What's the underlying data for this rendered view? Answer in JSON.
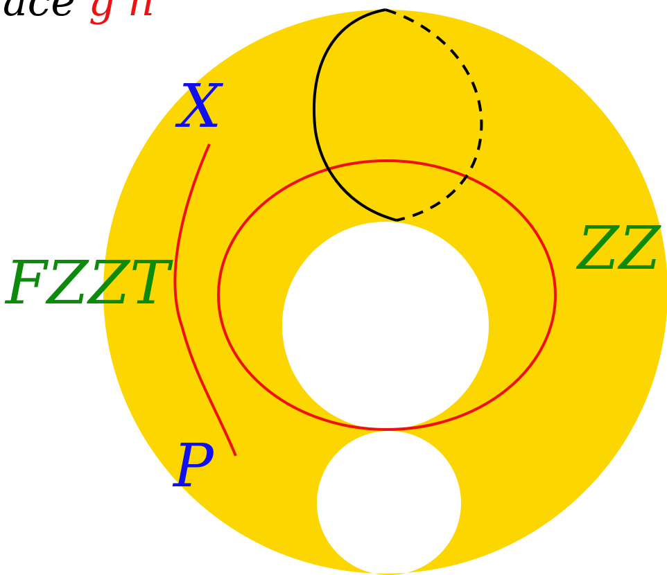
{
  "colors": {
    "disk": "#FCD600",
    "hole": "#FFFFFF",
    "red_curves": "#EE1111",
    "black_curve": "#000000",
    "blue_labels": "#1010EE",
    "green_labels": "#0B8A0B"
  },
  "labels": {
    "top_left_fragment_black": "ace ",
    "top_left_fragment_red": "g h",
    "point_x": "X",
    "point_p": "P",
    "region_left": "FZZT",
    "region_right": "ZZ"
  },
  "curves": {
    "meridian_style": "solid front, dashed back",
    "inner_loop": "red ellipse around upper hole",
    "arc_x_to_p": "red arc from X to P"
  }
}
